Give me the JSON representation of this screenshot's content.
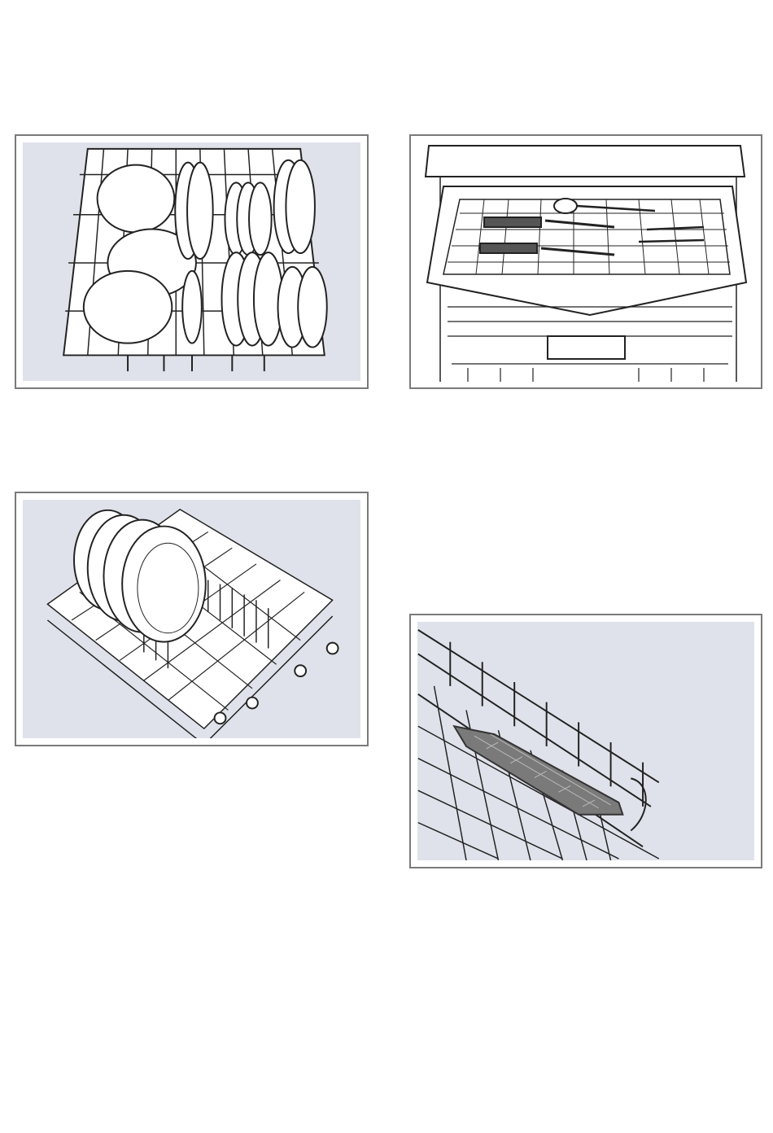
{
  "page": {
    "background": "#ffffff",
    "frame_color": "#7a7a7a",
    "panel_color": "#dfe2ea"
  },
  "figures": [
    {
      "id": "upper-rack",
      "icon": "dish-rack-with-cups-and-plates-illustration"
    },
    {
      "id": "cutlery-drawer",
      "icon": "cutlery-drawer-illustration"
    },
    {
      "id": "lower-rack",
      "icon": "lower-basket-with-plates-illustration"
    },
    {
      "id": "rack-insert",
      "icon": "rack-insert-close-up-illustration"
    }
  ]
}
